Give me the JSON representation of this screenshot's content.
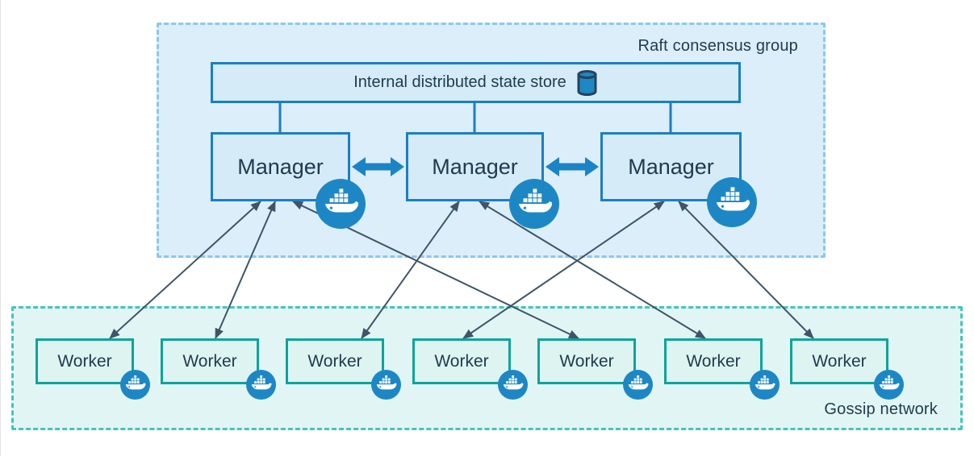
{
  "diagram": {
    "raft_group": {
      "label": "Raft consensus group",
      "state_store": {
        "label": "Internal distributed state store",
        "icon": "database-icon"
      },
      "managers": [
        {
          "label": "Manager",
          "icon": "docker-whale-icon"
        },
        {
          "label": "Manager",
          "icon": "docker-whale-icon"
        },
        {
          "label": "Manager",
          "icon": "docker-whale-icon"
        }
      ]
    },
    "gossip_network": {
      "label": "Gossip network",
      "workers": [
        {
          "label": "Worker",
          "icon": "docker-whale-icon"
        },
        {
          "label": "Worker",
          "icon": "docker-whale-icon"
        },
        {
          "label": "Worker",
          "icon": "docker-whale-icon"
        },
        {
          "label": "Worker",
          "icon": "docker-whale-icon"
        },
        {
          "label": "Worker",
          "icon": "docker-whale-icon"
        },
        {
          "label": "Worker",
          "icon": "docker-whale-icon"
        },
        {
          "label": "Worker",
          "icon": "docker-whale-icon"
        }
      ]
    },
    "connections": {
      "manager_to_worker": [
        [
          1,
          1
        ],
        [
          1,
          2
        ],
        [
          1,
          5
        ],
        [
          2,
          3
        ],
        [
          2,
          6
        ],
        [
          3,
          4
        ],
        [
          3,
          7
        ]
      ],
      "manager_to_manager": [
        [
          1,
          2
        ],
        [
          2,
          3
        ]
      ]
    },
    "colors": {
      "blue_border": "#1a7fc3",
      "blue_fill": "#d6ebf8",
      "raft_fill": "#dceefa",
      "raft_dash": "#8ac9ec",
      "teal_border": "#0ca49c",
      "teal_fill": "#def4f1",
      "gossip_fill": "#e1f6f4",
      "gossip_dash": "#47c3bd",
      "arrow": "#3e5568",
      "thick_arrow": "#1a84c6",
      "docker_blue": "#1d87c6",
      "text": "#203a50"
    }
  }
}
